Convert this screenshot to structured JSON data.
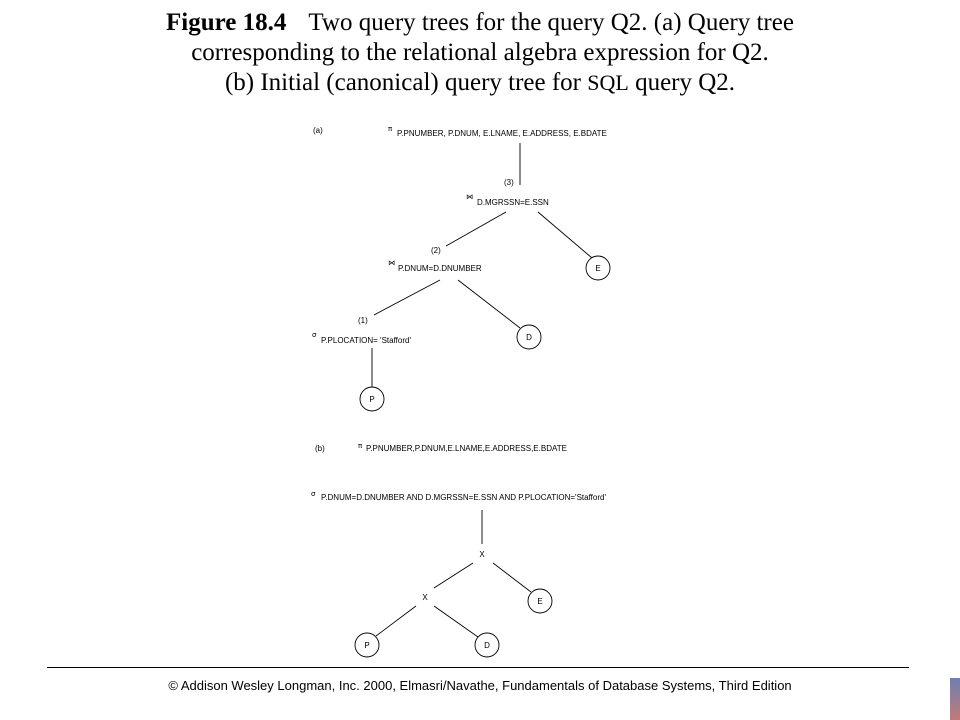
{
  "caption": {
    "figure_label": "Figure 18.4",
    "line1": "Two query trees for the query Q2. (a) Query tree",
    "line2": "corresponding to the relational algebra expression for Q2.",
    "line3_pre": "(b) Initial (canonical) query tree for ",
    "line3_sql": "SQL",
    "line3_post": " query Q2."
  },
  "tree_a": {
    "label": "(a)",
    "project_symbol": "π",
    "project_attrs": "P.PNUMBER, P.DNUM, E.LNAME, E.ADDRESS, E.BDATE",
    "step3": "(3)",
    "join_symbol": "⋈",
    "join1_cond": "D.MGRSSN=E.SSN",
    "step2": "(2)",
    "join2_cond": "P.DNUM=D.DNUMBER",
    "step1": "(1)",
    "select_symbol": "σ",
    "select_cond": "P.PLOCATION= 'Stafford'",
    "leaf_e": "E",
    "leaf_d": "D",
    "leaf_p": "P"
  },
  "tree_b": {
    "label": "(b)",
    "project_symbol": "π",
    "project_attrs": "P.PNUMBER,P.DNUM,E.LNAME,E.ADDRESS,E.BDATE",
    "select_symbol": "σ",
    "select_cond": "P.DNUM=D.DNUMBER AND D.MGRSSN=E.SSN AND P.PLOCATION='Stafford'",
    "cross_top": "X",
    "cross_low": "X",
    "leaf_e": "E",
    "leaf_p": "P",
    "leaf_d": "D"
  },
  "footer": {
    "text": "© Addison Wesley Longman, Inc. 2000, Elmasri/Navathe, Fundamentals of Database Systems, Third Edition"
  }
}
